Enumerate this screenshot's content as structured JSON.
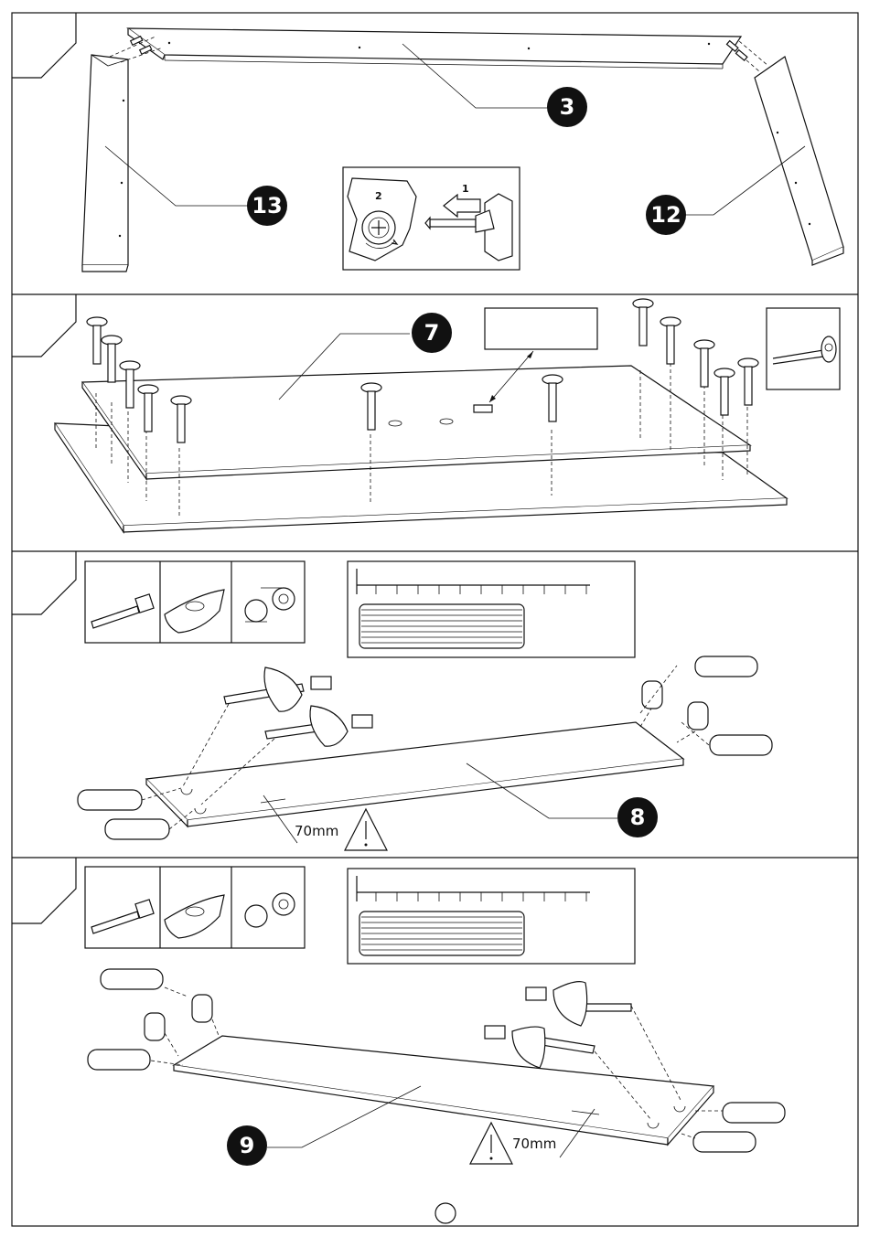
{
  "steps": [
    {
      "callouts": [
        "3",
        "13",
        "12"
      ],
      "detail_labels": [
        "2",
        "1"
      ]
    },
    {
      "callouts": [
        "7"
      ]
    },
    {
      "callouts": [
        "8"
      ],
      "measure": "70mm"
    },
    {
      "callouts": [
        "9"
      ],
      "measure": "70mm"
    }
  ],
  "icons": [
    "cam-bolt-icon",
    "cam-lock-icon",
    "dowel-icon",
    "screw-icon",
    "warning-icon"
  ]
}
